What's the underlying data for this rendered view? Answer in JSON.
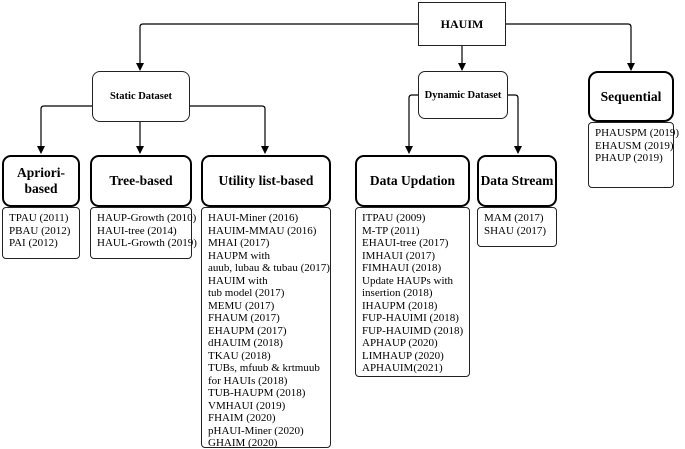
{
  "root": {
    "label": "HAUIM"
  },
  "static_dataset": {
    "label": "Static Dataset"
  },
  "dynamic_dataset": {
    "label": "Dynamic Dataset"
  },
  "categories": {
    "apriori": {
      "title": "Apriori-based",
      "items": [
        "TPAU (2011)",
        "PBAU (2012)",
        "PAI (2012)"
      ]
    },
    "tree": {
      "title": "Tree-based",
      "items": [
        "HAUP-Growth (2010)",
        "HAUI-tree (2014)",
        "HAUL-Growth (2019)"
      ]
    },
    "utility": {
      "title": "Utility list-based",
      "items": [
        "HAUI-Miner (2016)",
        "HAUIM-MMAU (2016)",
        "MHAI (2017)",
        "HAUPM with",
        "auub, lubau & tubau  (2017)",
        "HAUIM with",
        "tub model (2017)",
        "MEMU (2017)",
        "FHAUM (2017)",
        "EHAUPM (2017)",
        "dHAUIM (2018)",
        "TKAU (2018)",
        "TUBs, mfuub & krtmuub",
        "for HAUIs (2018)",
        "TUB-HAUPM (2018)",
        "VMHAUI (2019)",
        "FHAIM (2020)",
        "pHAUI-Miner (2020)",
        "GHAIM (2020)"
      ]
    },
    "updation": {
      "title": "Data Updation",
      "items": [
        "ITPAU (2009)",
        "M-TP (2011)",
        "EHAUI-tree (2017)",
        "IMHAUI (2017)",
        "FIMHAUI (2018)",
        "Update HAUPs with",
        "insertion (2018)",
        "IHAUPM (2018)",
        "FUP-HAUIMI (2018)",
        "FUP-HAUIMD (2018)",
        "APHAUP (2020)",
        "LIMHAUP (2020)",
        "APHAUIM(2021)"
      ]
    },
    "stream": {
      "title": "Data Stream",
      "items": [
        "MAM (2017)",
        "SHAU (2017)"
      ]
    },
    "sequential": {
      "title": "Sequential",
      "items": [
        "PHAUSPM (2019)",
        "EHAUSM (2019)",
        "PHAUP (2019)"
      ]
    }
  }
}
